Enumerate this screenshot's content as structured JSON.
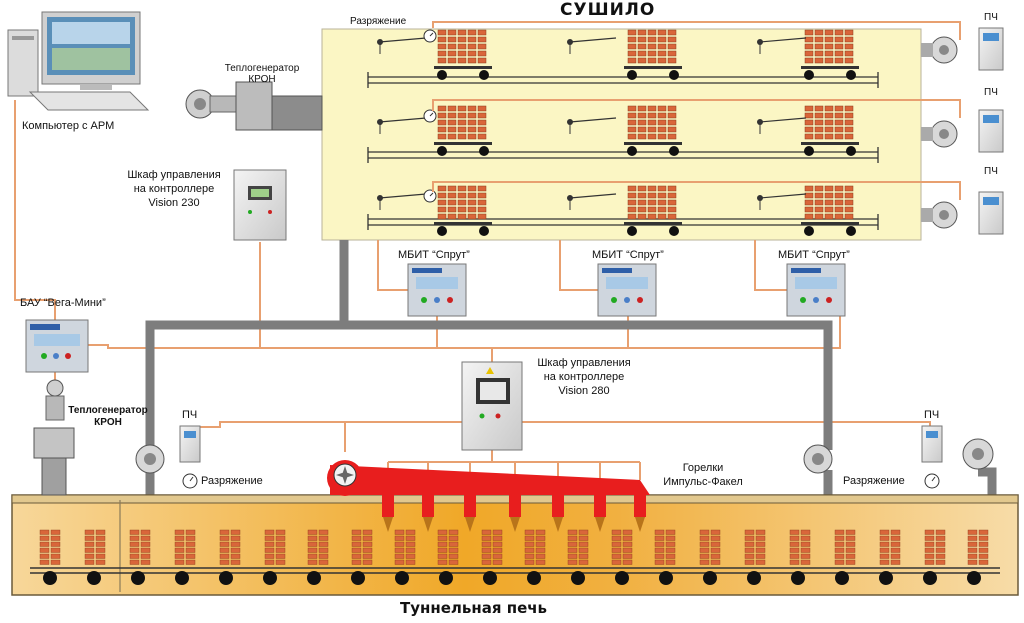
{
  "dryer": {
    "title": "СУШИЛО",
    "vacuum_label": "Разряжение",
    "pch_labels": [
      "ПЧ",
      "ПЧ",
      "ПЧ"
    ]
  },
  "computer": {
    "label": "Компьютер с АРМ"
  },
  "heatgen_top": {
    "label_line1": "Теплогенератор",
    "label_line2": "КРОН"
  },
  "cabinet_230": {
    "line1": "Шкаф управления",
    "line2": "на контроллере",
    "line3": "Vision 230"
  },
  "mbit": [
    "МБИТ “Спрут”",
    "МБИТ “Спрут”",
    "МБИТ “Спрут”"
  ],
  "bau": {
    "label": "БАУ “Вега-Мини”"
  },
  "heatgen_bottom": {
    "label_line1": "Теплогенератор",
    "label_line2": "КРОН"
  },
  "cabinet_280": {
    "line1": "Шкаф управления",
    "line2": "на контроллере",
    "line3": "Vision 280"
  },
  "kiln": {
    "title": "Туннельная печь",
    "pch_left": "ПЧ",
    "pch_right": "ПЧ",
    "vacuum_left": "Разряжение",
    "vacuum_right": "Разряжение",
    "burners_line1": "Горелки",
    "burners_line2": "Импульс-Факел"
  },
  "colors": {
    "cable": "#e8a070",
    "duct": "#7d7d7d",
    "dryer_fill": "#fbf6c4",
    "kiln_fill": "#f3c262",
    "brick": "#d9663a",
    "burner": "#e81e1e"
  }
}
